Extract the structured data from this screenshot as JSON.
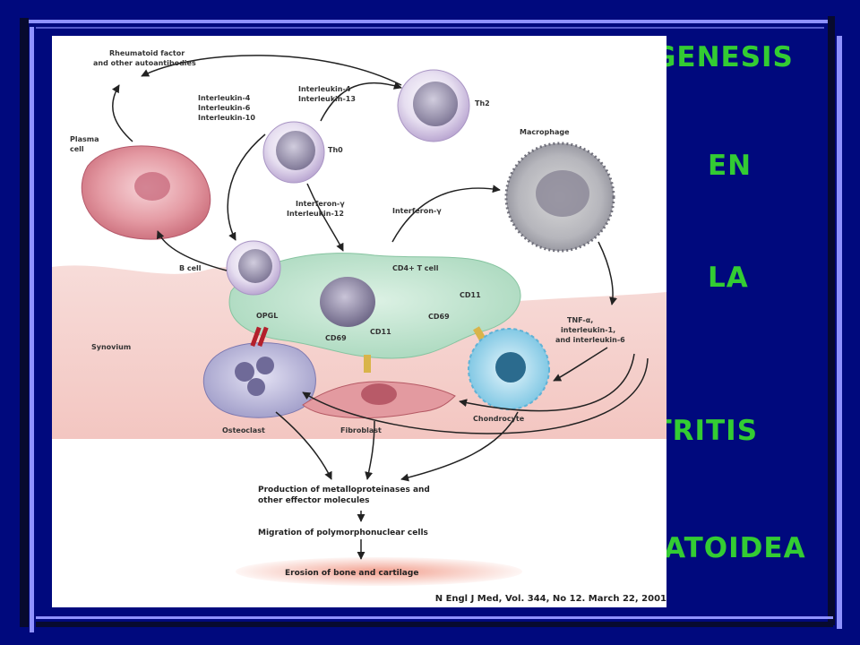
{
  "title": {
    "line1": "PATOGENESIS",
    "line2": "EN",
    "line3": "LA",
    "line4": "ARTRITIS",
    "line5": "REUMATOIDEA"
  },
  "colors": {
    "background": "#00097d",
    "title": "#33cc33",
    "frame": "#8f92ff"
  },
  "diagram": {
    "rheumatoid_factor": "Rheumatoid factor",
    "other_autoantibodies": "and other autoantibodies",
    "il4_a": "Interleukin-4",
    "il6": "Interleukin-6",
    "il10": "Interleukin-10",
    "il4_b": "Interleukin-4",
    "il13": "Interleukin-13",
    "th2": "Th2",
    "th0": "Th0",
    "plasma": "Plasma",
    "cell": "cell",
    "macrophage": "Macrophage",
    "interferon_gamma_left": "Interferon-γ",
    "interleukin12": "Interleukin-12",
    "interferon_gamma_right": "Interferon-γ",
    "b_cell": "B cell",
    "cd4_t_cell": "CD4+ T cell",
    "cd11_top": "CD11",
    "opgl": "OPGL",
    "cd69_right": "CD69",
    "tnf_alpha": "TNF-α,",
    "interleukin1": "interleukin-1,",
    "and_interleukin6": "and interleukin-6",
    "synovium": "Synovium",
    "cd69_left": "CD69",
    "cd11_mid": "CD11",
    "osteoclast": "Osteoclast",
    "fibroblast": "Fibroblast",
    "chondrocyte": "Chondrocyte",
    "production_line1": "Production of metalloproteinases and",
    "production_line2": "other effector molecules",
    "migration": "Migration of polymorphonuclear cells",
    "erosion": "Erosion of bone and cartilage"
  },
  "citation": "N Engl J Med, Vol. 344, No 12. March 22, 2001"
}
